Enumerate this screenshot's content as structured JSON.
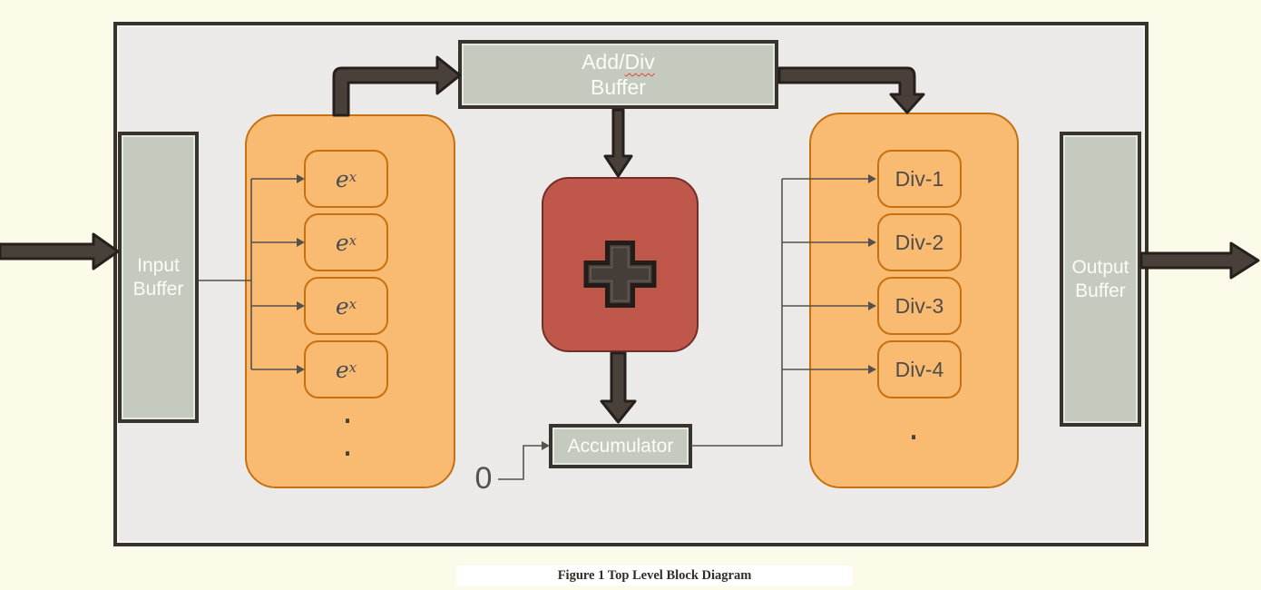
{
  "caption": "Figure 1 Top Level Block Diagram",
  "input_buffer": {
    "line1": "Input",
    "line2": "Buffer"
  },
  "output_buffer": {
    "line1": "Output",
    "line2": "Buffer"
  },
  "add_div_buffer": {
    "line1_part1": "Add/",
    "line1_part2": "Div",
    "line2": "Buffer"
  },
  "accumulator": {
    "label": "Accumulator"
  },
  "zero_label": "0",
  "exp_units": [
    {
      "base": "e",
      "exp": "x"
    },
    {
      "base": "e",
      "exp": "x"
    },
    {
      "base": "e",
      "exp": "x"
    },
    {
      "base": "e",
      "exp": "x"
    }
  ],
  "div_units": [
    "Div-1",
    "Div-2",
    "Div-3",
    "Div-4"
  ],
  "ellipsis": {
    "left": [
      ".",
      "."
    ],
    "right": [
      "."
    ]
  },
  "icons": {
    "adder": "plus-icon"
  },
  "colors": {
    "bg": "#FCFBE9",
    "frame": "#EBEAE8",
    "dark": "#39332E",
    "panel": "#C4CBBE",
    "orange": "#F9BB72",
    "orangeBorder": "#C7700F",
    "red": "#BF584B",
    "redBorder": "#703028",
    "arrow": "#4A403A",
    "arrowOutline": "#261F1B",
    "line": "#56514C",
    "textLight": "#FBFBF8",
    "textDark": "#514C47"
  }
}
